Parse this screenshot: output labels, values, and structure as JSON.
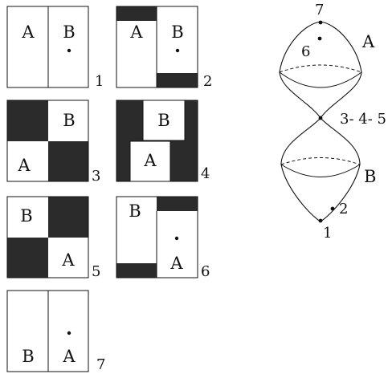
{
  "panels": [
    {
      "left": "A",
      "right": "B",
      "number": "1"
    },
    {
      "left": "A",
      "right": "B",
      "number": "2"
    },
    {
      "top": "B",
      "bottom": "A",
      "number": "3"
    },
    {
      "top": "B",
      "bottom": "A",
      "number": "4"
    },
    {
      "top": "B",
      "bottom": "A",
      "number": "5"
    },
    {
      "top": "B",
      "bottom": "A",
      "number": "6"
    },
    {
      "left": "B",
      "right": "A",
      "number": "7"
    }
  ],
  "surface": {
    "upper_label": "A",
    "lower_label": "B",
    "top_point": "7",
    "upper_point": "6",
    "neck_label": "3- 4- 5",
    "lower_point": "2",
    "bottom_point": "1"
  }
}
